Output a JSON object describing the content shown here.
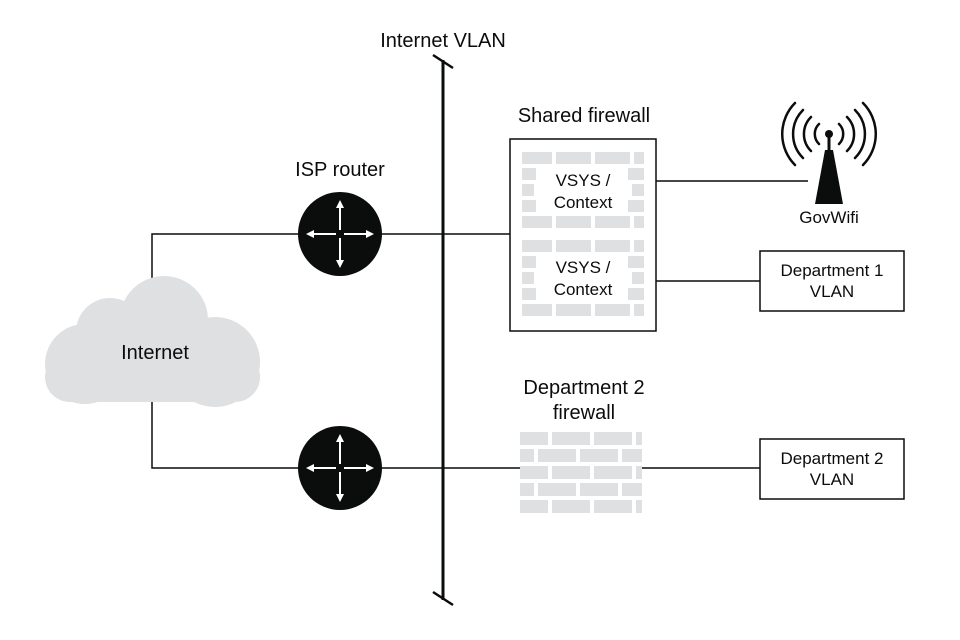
{
  "labels": {
    "internet_vlan": "Internet VLAN",
    "shared_firewall": "Shared firewall",
    "isp_router": "ISP router",
    "internet": "Internet",
    "govwifi": "GovWifi",
    "dept2_firewall_line1": "Department 2",
    "dept2_firewall_line2": "firewall"
  },
  "shared_firewall": {
    "contexts": [
      {
        "line1": "VSYS /",
        "line2": "Context"
      },
      {
        "line1": "VSYS /",
        "line2": "Context"
      }
    ]
  },
  "vlans": [
    {
      "line1": "Department 1",
      "line2": "VLAN"
    },
    {
      "line1": "Department 2",
      "line2": "VLAN"
    }
  ],
  "colors": {
    "line": "#0b0c0c",
    "cloud": "#dee0e2",
    "brick": "#dee0e2",
    "router": "#0b0c0c",
    "router_arrows": "#ffffff"
  },
  "icons": {
    "router": "router-icon",
    "cloud": "cloud-icon",
    "firewall": "brick-wall-icon",
    "wifi_tower": "wifi-tower-icon"
  }
}
